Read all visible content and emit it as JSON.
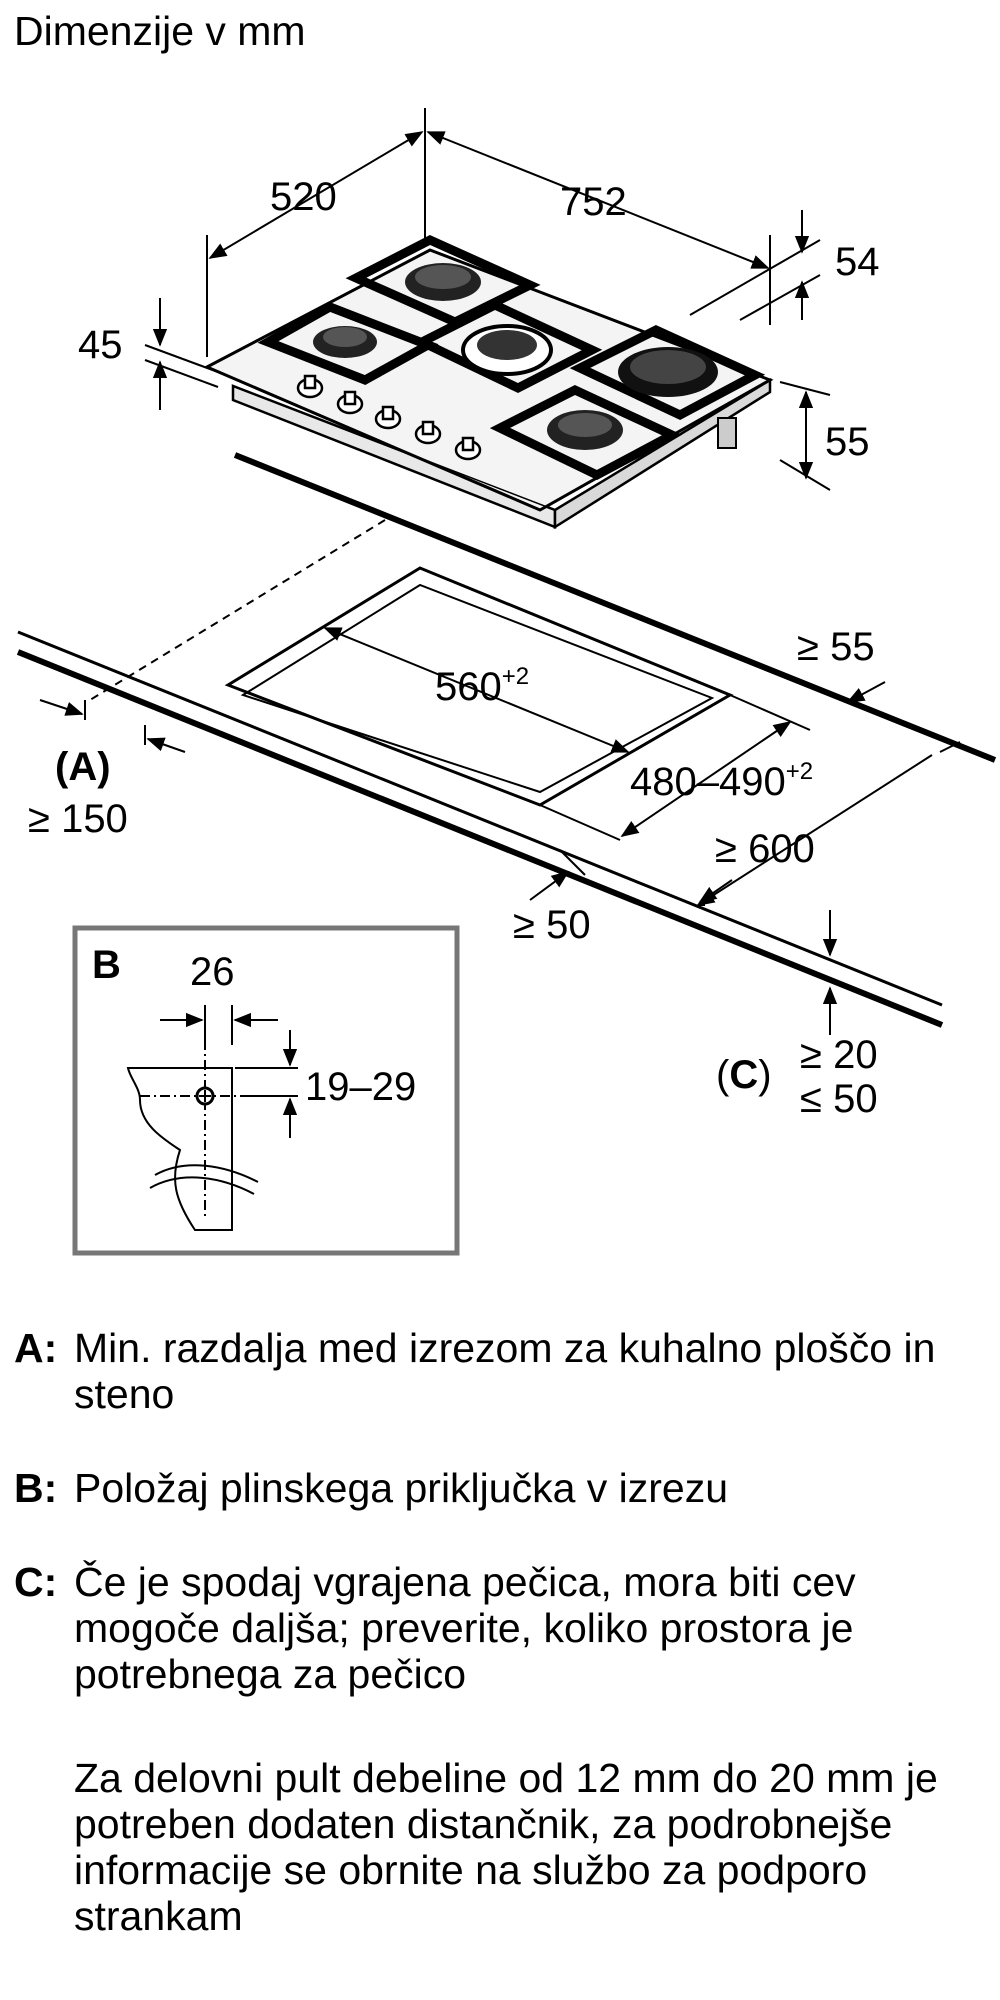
{
  "title": "Dimenzije v mm",
  "dimensions": {
    "depth": "520",
    "width": "752",
    "height_top": "54",
    "glass": "45",
    "body_height": "55",
    "cutout_width": "560",
    "cutout_width_tol": "+2",
    "cutout_depth": "480–490",
    "cutout_depth_tol": "+2",
    "back_min": "≥ 55",
    "front_min": "≥ 50",
    "wall_min": "≥ 150",
    "side_min": "≥ 600",
    "counter_min": "≥ 20",
    "counter_max": "≤ 50"
  },
  "labels": {
    "a": "(A)",
    "b": "B",
    "c_open": "(",
    "c_letter": "C",
    "c_close": ")"
  },
  "detail_b": {
    "offset": "26",
    "height_range": "19–29"
  },
  "legend": [
    {
      "key": "A:",
      "text": "Min. razdalja med izrezom za kuhalno ploščo in steno"
    },
    {
      "key": "B:",
      "text": "Položaj plinskega priključka v izrezu"
    },
    {
      "key": "C:",
      "text": "Če je spodaj vgrajena pečica, mora biti cev mogoče daljša; preverite, koliko prostora je potrebnega za pečico"
    }
  ],
  "note": "Za delovni pult debeline od 12 mm do 20 mm je potreben dodaten distančnik, za podrobnejše informacije se obrnite na službo za podporo strankam"
}
